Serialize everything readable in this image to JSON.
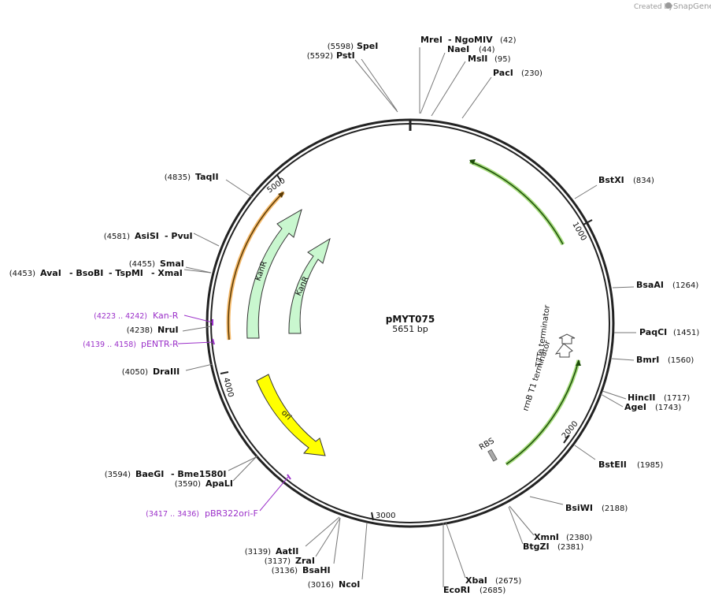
{
  "credit": {
    "created_by": "Created by",
    "brand": "SnapGene"
  },
  "plasmid": {
    "name": "pMYT075",
    "size": "5651 bp"
  },
  "ruler": [
    "1000",
    "2000",
    "3000",
    "4000",
    "5000"
  ],
  "features": {
    "kanr_outer": "KanR",
    "kanr_inner": "KanR",
    "ori": "ori",
    "t7te": "T7Te terminator",
    "rrnb": "rrnB T1 terminator",
    "rbs": "RBS"
  },
  "sites": {
    "SpeI": "SpeI",
    "SpeI_pos": "(5598)",
    "PstI": "PstI",
    "PstI_pos": "(5592)",
    "MreI": "MreI",
    "NgoMIV": "- NgoMIV",
    "MreI_pos": "(42)",
    "NaeI": "NaeI",
    "NaeI_pos": "(44)",
    "MslI": "MslI",
    "MslI_pos": "(95)",
    "PacI": "PacI",
    "PacI_pos": "(230)",
    "BstXI": "BstXI",
    "BstXI_pos": "(834)",
    "BsaAI": "BsaAI",
    "BsaAI_pos": "(1264)",
    "PaqCI": "PaqCI",
    "PaqCI_pos": "(1451)",
    "BmrI": "BmrI",
    "BmrI_pos": "(1560)",
    "HincII": "HincII",
    "HincII_pos": "(1717)",
    "AgeI": "AgeI",
    "AgeI_pos": "(1743)",
    "BstEII": "BstEII",
    "BstEII_pos": "(1985)",
    "BsiWI": "BsiWI",
    "BsiWI_pos": "(2188)",
    "XmnI": "XmnI",
    "XmnI_pos": "(2380)",
    "BtgZI": "BtgZI",
    "BtgZI_pos": "(2381)",
    "XbaI": "XbaI",
    "XbaI_pos": "(2675)",
    "EcoRI": "EcoRI",
    "EcoRI_pos": "(2685)",
    "NcoI": "NcoI",
    "NcoI_pos": "(3016)",
    "BsaHI": "BsaHI",
    "BsaHI_pos": "(3136)",
    "ZraI": "ZraI",
    "ZraI_pos": "(3137)",
    "AatII": "AatII",
    "AatII_pos": "(3139)",
    "ApaLI": "ApaLI",
    "ApaLI_pos": "(3590)",
    "BaeGI": "BaeGI",
    "Bme1580I": "- Bme1580I",
    "BaeGI_pos": "(3594)",
    "DraIII": "DraIII",
    "DraIII_pos": "(4050)",
    "NruI": "NruI",
    "NruI_pos": "(4238)",
    "SmaI": "SmaI",
    "SmaI_pos": "(4455)",
    "AvaI": "AvaI",
    "BsoBI": "- BsoBI",
    "TspMI": "- TspMI",
    "XmaI": "- XmaI",
    "AvaI_pos": "(4453)",
    "AsiSI": "AsiSI",
    "PvuI": "- PvuI",
    "AsiSI_pos": "(4581)",
    "TaqII": "TaqII",
    "TaqII_pos": "(4835)"
  },
  "primers": {
    "kanr": "Kan-R",
    "kanr_pos": "(4223 .. 4242)",
    "pentr": "pENTR-R",
    "pentr_pos": "(4139 .. 4158)",
    "pbr": "pBR322ori-F",
    "pbr_pos": "(3417 .. 3436)"
  },
  "colors": {
    "backbone": "#222222",
    "kanr_fill": "#c9f7cf",
    "ori_fill": "#ffff00",
    "outer_orange": "#f3b15a",
    "outer_green": "#8ed35a",
    "primer": "#9b30c9",
    "leader": "#777777"
  }
}
